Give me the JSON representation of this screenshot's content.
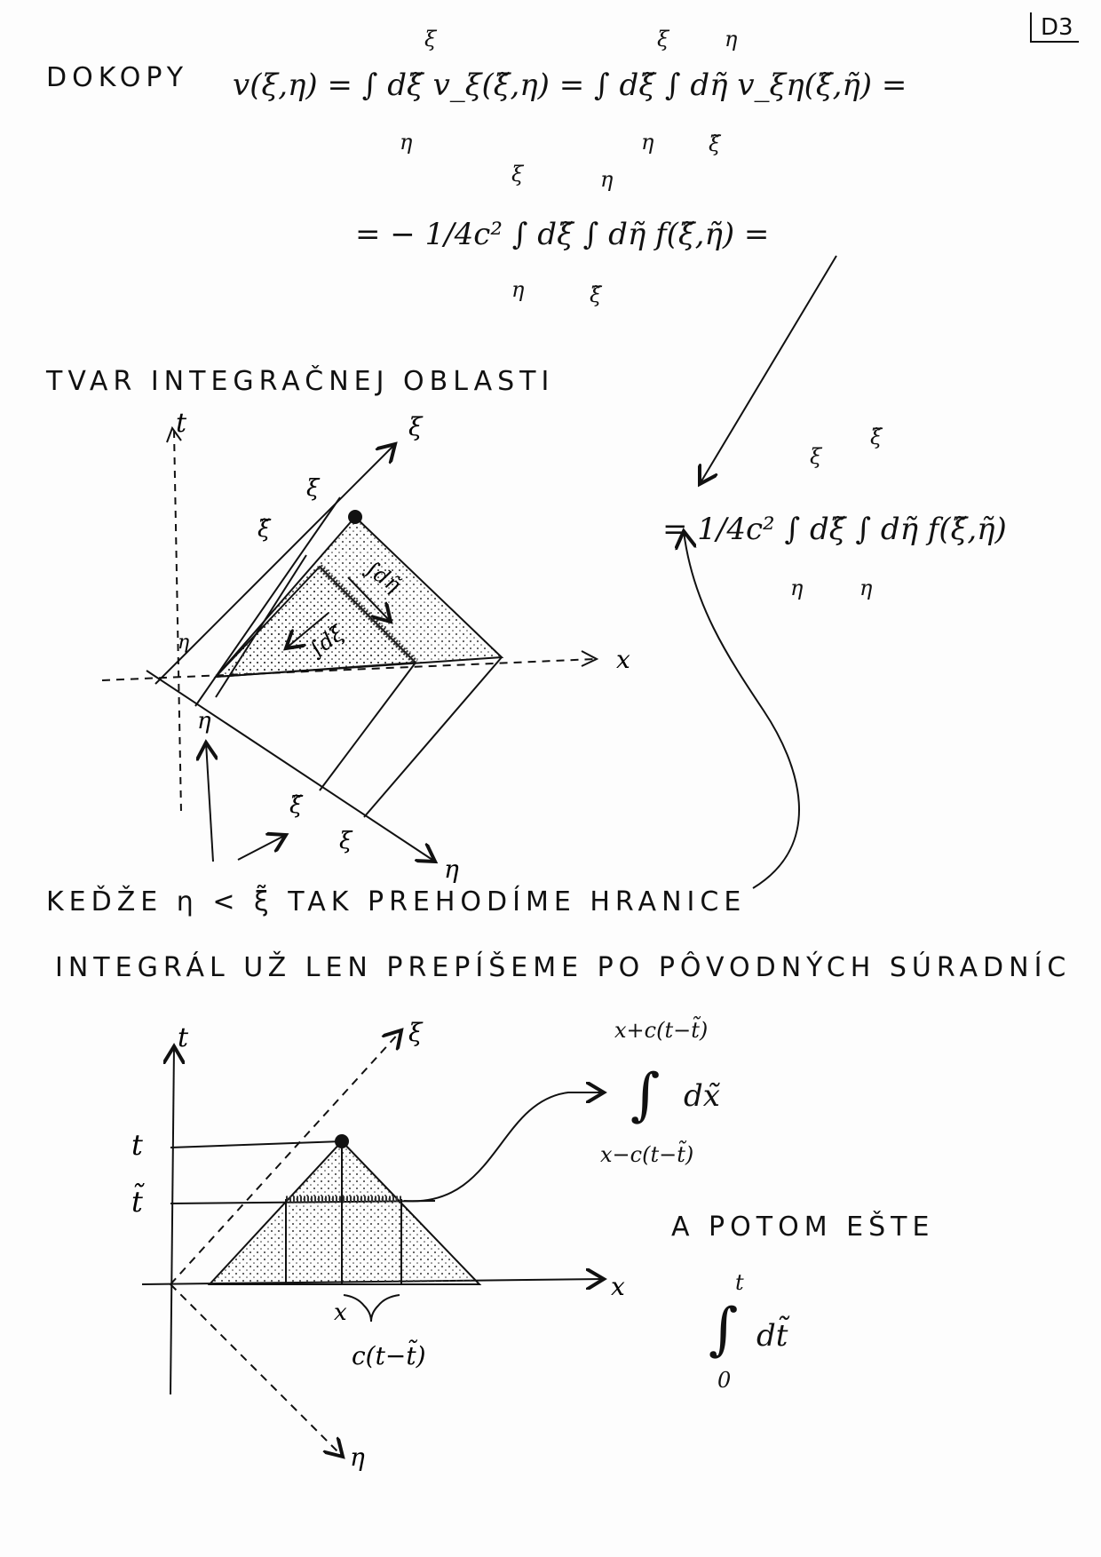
{
  "page_number": "D3",
  "dokopy_label": "DOKOPY",
  "eq1_lhs": "v(ξ,η) = ∫ dξ̃ v_ξ(ξ̃,η) = ∫ dξ̃ ∫ dη̃ v_ξη(ξ̃,η̃) =",
  "eq1_limit_upper_1": "ξ",
  "eq1_limit_lower_1": "η",
  "eq1_limit_upper_2": "ξ",
  "eq1_limit_lower_2": "η",
  "eq1_limit_upper_3": "η",
  "eq1_limit_lower_3": "ξ̃",
  "eq2": "= − 1/4c² ∫ dξ̃ ∫ dη̃ f(ξ̃,η̃) =",
  "eq2_limit_upper_1": "ξ",
  "eq2_limit_lower_1": "η",
  "eq2_limit_upper_2": "η",
  "eq2_limit_lower_2": "ξ̃",
  "eq3": "= 1/4c² ∫ dξ̃ ∫ dη̃ f(ξ̃,η̃)",
  "eq3_limit_upper_1": "ξ",
  "eq3_limit_lower_1": "η",
  "eq3_limit_upper_2": "ξ̃",
  "eq3_limit_lower_2": "η",
  "heading_shape": "TVAR INTEGRAČNEJ OBLASTI",
  "heading_limits": "KEĎŽE η < ξ̃ TAK PREHODÍME HRANICE",
  "heading_rewrite": "INTEGRÁL UŽ LEN PREPÍŠEME PO PÔVODNÝCH SÚRADNÍC",
  "a_potom_este": "A POTOM EŠTE",
  "diagram1": {
    "axis_t": "t",
    "axis_x": "x",
    "axis_xi": "ξ",
    "axis_eta": "η",
    "label_xi": "ξ",
    "label_xi_tilde": "ξ̃",
    "label_eta": "η",
    "label_eta_lower": "η",
    "label_xi_tilde_lower": "ξ̃",
    "label_xi_lower": "ξ",
    "int_deta": "∫dη̃",
    "int_dxi": "∫dξ̃"
  },
  "diagram2": {
    "axis_t": "t",
    "axis_x": "x",
    "axis_xi": "ξ",
    "axis_eta": "η",
    "tick_t": "t",
    "tick_t_tilde": "t̃",
    "tick_x": "x",
    "brace_label": "c(t−t̃)"
  },
  "int_x": {
    "upper": "x+c(t−t̃)",
    "lower": "x−c(t−t̃)",
    "integrand": "dx̃"
  },
  "int_t": {
    "upper": "t",
    "lower": "0",
    "integrand": "dt̃"
  }
}
